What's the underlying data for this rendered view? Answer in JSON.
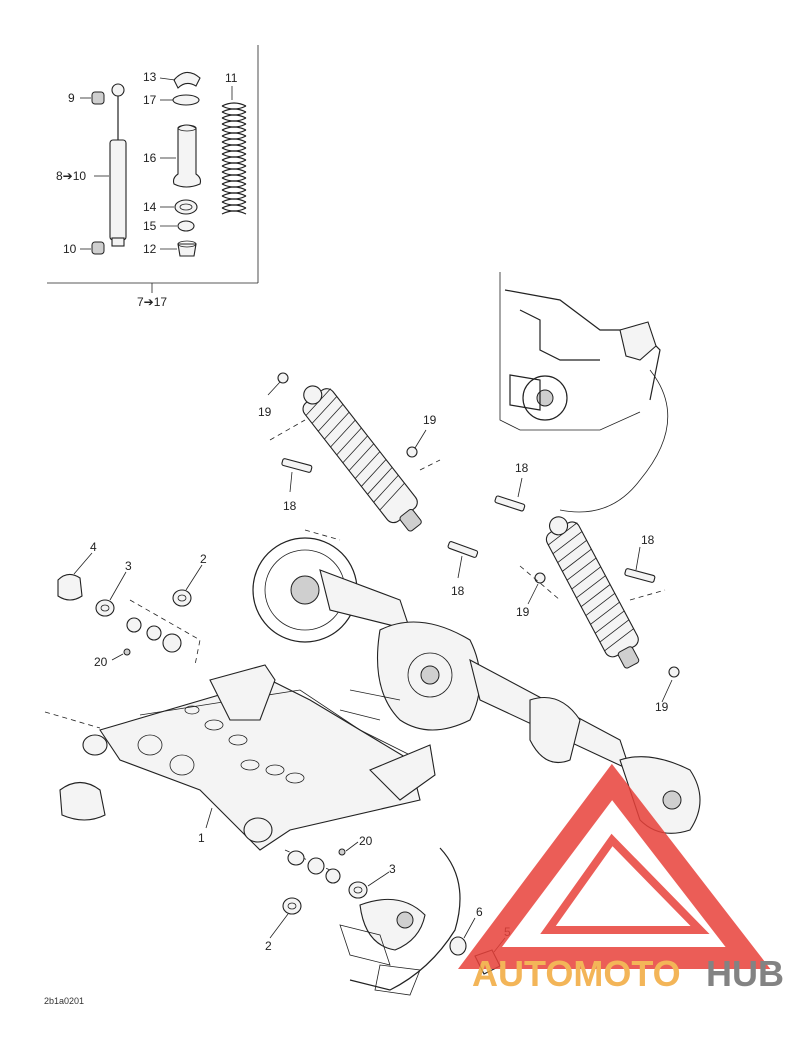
{
  "diagram": {
    "reference_code": "2b1a0201",
    "callouts": {
      "c13": "13",
      "c17": "17",
      "c11": "11",
      "c9": "9",
      "c16": "16",
      "c8to10": "8➔10",
      "c14": "14",
      "c15": "15",
      "c10": "10",
      "c12": "12",
      "c7to17": "7➔17",
      "c19a": "19",
      "c19b": "19",
      "c19c": "19",
      "c19d": "19",
      "c18a": "18",
      "c18b": "18",
      "c18c": "18",
      "c18d": "18",
      "c4": "4",
      "c3a": "3",
      "c2a": "2",
      "c20a": "20",
      "c1": "1",
      "c20b": "20",
      "c3b": "3",
      "c2b": "2",
      "c6": "6",
      "c5": "5"
    }
  },
  "watermark": {
    "text_a": "AUTOMOTO",
    "text_b": "HUB",
    "color_red": "#e8413a",
    "color_orange": "#f2a93b",
    "color_gray": "#6e6e6e"
  }
}
